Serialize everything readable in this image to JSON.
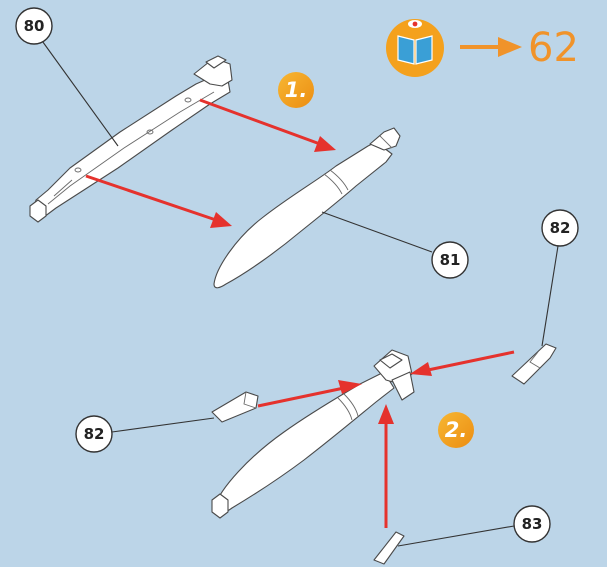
{
  "page_ref": {
    "number": "62",
    "icon": "book-eye-icon",
    "icon_bg": "#f4a11d",
    "number_color": "#f0932a"
  },
  "steps": [
    {
      "label": "1."
    },
    {
      "label": "2."
    }
  ],
  "callouts": [
    {
      "id": "c80",
      "label": "80"
    },
    {
      "id": "c81",
      "label": "81"
    },
    {
      "id": "c82a",
      "label": "82"
    },
    {
      "id": "c82b",
      "label": "82"
    },
    {
      "id": "c83",
      "label": "83"
    }
  ],
  "colors": {
    "background": "#bcd5e8",
    "arrow": "#e5322d",
    "step_badge": "#f4a11d"
  }
}
